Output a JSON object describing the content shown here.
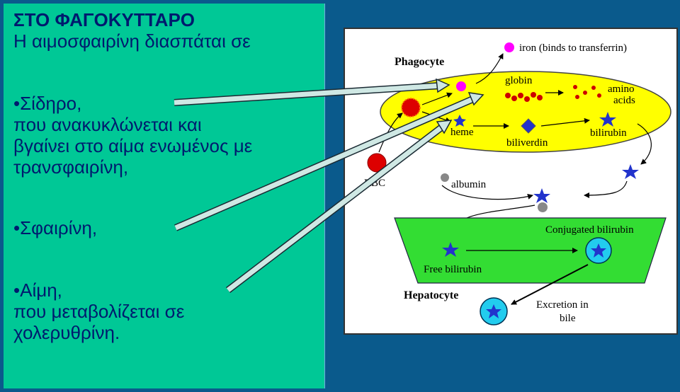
{
  "text_panel": {
    "title": "ΣΤΟ ΦΑΓΟΚΥΤΤΑΡΟ",
    "intro": "Η αιμοσφαιρίνη διασπάται σε",
    "item1_line1": "•Σίδηρο,",
    "item1_line2": "που ανακυκλώνεται και",
    "item1_line3": "βγαίνει στο αίμα ενωμένος με",
    "item1_line4": "τρανσφαιρίνη,",
    "item2_line1": "•Σφαιρίνη,",
    "item3_line1": "•Αίμη,",
    "item3_line2": "που μεταβολίζεται σε",
    "item3_line3": "χολερυθρίνη."
  },
  "diagram": {
    "iron_label": "iron (binds to transferrin)",
    "phagocyte_label": "Phagocyte",
    "globin_label": "globin",
    "amino_label_1": "amino",
    "amino_label_2": "acids",
    "heme_label": "heme",
    "biliverdin_label": "biliverdin",
    "bilirubin_label": "bilirubin",
    "rbc_label": "RBC",
    "albumin_label": "albumin",
    "conjugated_label": "Conjugated bilirubin",
    "free_bilirubin_label": "Free bilirubin",
    "hepatocyte_label": "Hepatocyte",
    "excretion_label_1": "Excretion in",
    "excretion_label_2": "bile"
  },
  "colors": {
    "background": "#0a5a8c",
    "text_panel": "#00c896",
    "text": "#001a6e",
    "phagocyte": "#ffff00",
    "hepatocyte": "#33dd33",
    "red_cell": "#dd0000",
    "iron": "#ff00ff",
    "star": "#2233cc",
    "bile_circle": "#22ccee"
  }
}
